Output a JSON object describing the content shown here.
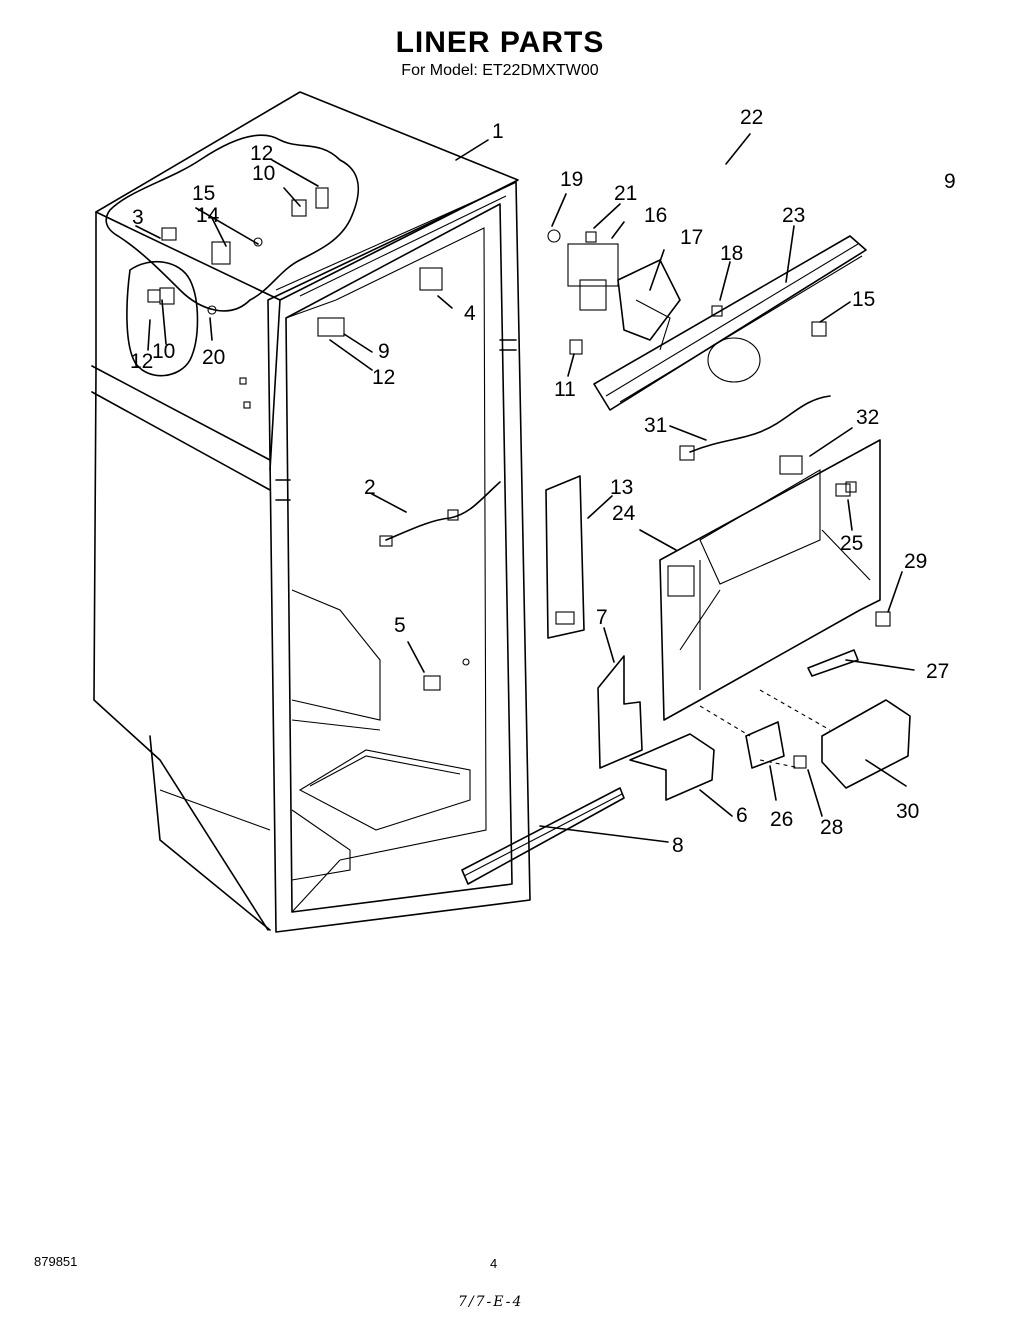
{
  "document": {
    "title": "LINER PARTS",
    "subtitle": "For Model: ET22DMXTW00"
  },
  "callouts": [
    {
      "id": "c1",
      "label": "1"
    },
    {
      "id": "c2",
      "label": "2"
    },
    {
      "id": "c3",
      "label": "3"
    },
    {
      "id": "c4",
      "label": "4"
    },
    {
      "id": "c5",
      "label": "5"
    },
    {
      "id": "c6",
      "label": "6"
    },
    {
      "id": "c7",
      "label": "7"
    },
    {
      "id": "c8",
      "label": "8"
    },
    {
      "id": "c9",
      "label": "9"
    },
    {
      "id": "c10a",
      "label": "10"
    },
    {
      "id": "c10b",
      "label": "10"
    },
    {
      "id": "c11",
      "label": "11"
    },
    {
      "id": "c12a",
      "label": "12"
    },
    {
      "id": "c12b",
      "label": "12"
    },
    {
      "id": "c12c",
      "label": "12"
    },
    {
      "id": "c13",
      "label": "13"
    },
    {
      "id": "c14",
      "label": "14"
    },
    {
      "id": "c15a",
      "label": "15"
    },
    {
      "id": "c15b",
      "label": "15"
    },
    {
      "id": "c16",
      "label": "16"
    },
    {
      "id": "c17",
      "label": "17"
    },
    {
      "id": "c18",
      "label": "18"
    },
    {
      "id": "c19",
      "label": "19"
    },
    {
      "id": "c20",
      "label": "20"
    },
    {
      "id": "c21",
      "label": "21"
    },
    {
      "id": "c22",
      "label": "22"
    },
    {
      "id": "c23",
      "label": "23"
    },
    {
      "id": "c24",
      "label": "24"
    },
    {
      "id": "c25",
      "label": "25"
    },
    {
      "id": "c26",
      "label": "26"
    },
    {
      "id": "c27",
      "label": "27"
    },
    {
      "id": "c28",
      "label": "28"
    },
    {
      "id": "c29",
      "label": "29"
    },
    {
      "id": "c30",
      "label": "30"
    },
    {
      "id": "c31",
      "label": "31"
    },
    {
      "id": "c32",
      "label": "32"
    }
  ],
  "footer": {
    "part_number": "879851",
    "page_number": "4",
    "handwritten_code": "7/7-E-4"
  }
}
